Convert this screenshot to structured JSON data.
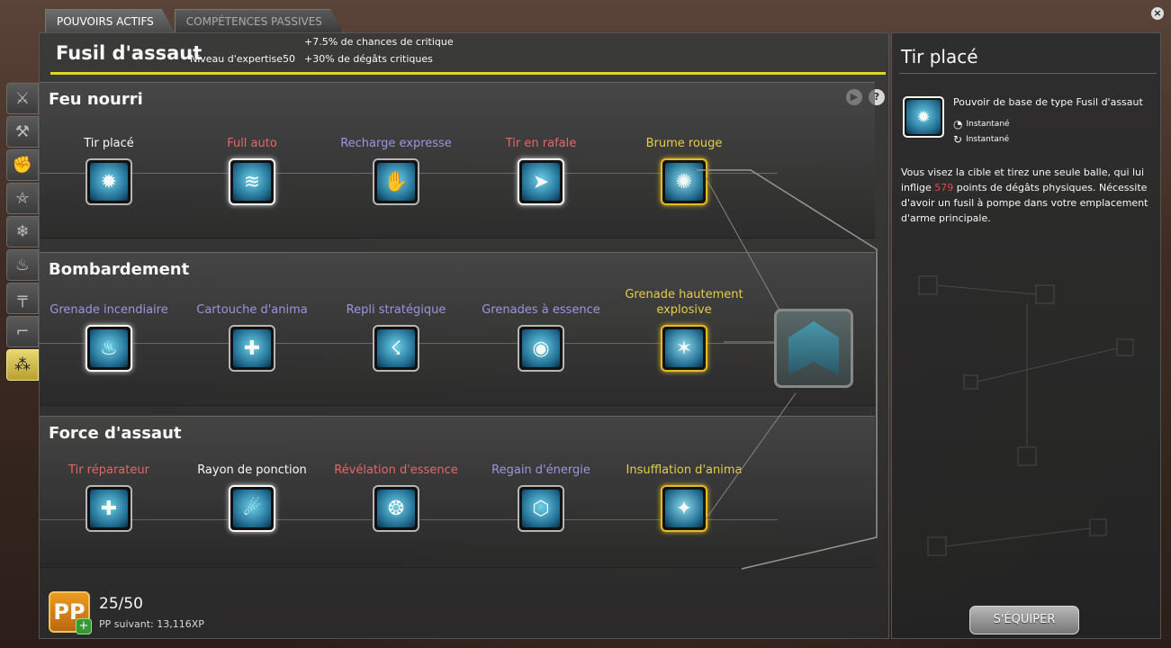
{
  "tabs": [
    {
      "label": "POUVOIRS ACTIFS"
    },
    {
      "label": "COMPÉTENCES PASSIVES"
    }
  ],
  "close_label": "×",
  "weapon": {
    "name": "Fusil d'assaut",
    "expertise_label": "Niveau d'expertise",
    "expertise_value": "50",
    "bonus_crit_chance": "+7.5% de chances de critique",
    "bonus_crit_damage": "+30% de dégâts critiques"
  },
  "controls": {
    "play": "▶",
    "help": "?"
  },
  "sections": [
    {
      "title": "Feu nourri",
      "abilities": [
        {
          "label": "Tir placé",
          "color": "#ffffff",
          "icon": "✹"
        },
        {
          "label": "Full auto",
          "color": "#e86a6a",
          "icon": "≋"
        },
        {
          "label": "Recharge expresse",
          "color": "#9a9ae8",
          "icon": "✋"
        },
        {
          "label": "Tir en rafale",
          "color": "#e86a6a",
          "icon": "➤"
        },
        {
          "label": "Brume rouge",
          "color": "#e8d24a",
          "icon": "✺"
        }
      ]
    },
    {
      "title": "Bombardement",
      "abilities": [
        {
          "label": "Grenade incendiaire",
          "color": "#9a9ae8",
          "icon": "♨"
        },
        {
          "label": "Cartouche d'anima",
          "color": "#9a9ae8",
          "icon": "✚"
        },
        {
          "label": "Repli stratégique",
          "color": "#9a9ae8",
          "icon": "☇"
        },
        {
          "label": "Grenades à essence",
          "color": "#9a9ae8",
          "icon": "◉"
        },
        {
          "label": "Grenade hautement explosive",
          "color": "#e8d24a",
          "icon": "✶"
        }
      ]
    },
    {
      "title": "Force d'assaut",
      "abilities": [
        {
          "label": "Tir réparateur",
          "color": "#e86a6a",
          "icon": "✚"
        },
        {
          "label": "Rayon de ponction",
          "color": "#ffffff",
          "icon": "☄"
        },
        {
          "label": "Révélation d'essence",
          "color": "#e86a6a",
          "icon": "❂"
        },
        {
          "label": "Regain d'énergie",
          "color": "#9a9ae8",
          "icon": "⬡"
        },
        {
          "label": "Insufflation d'anima",
          "color": "#e8d24a",
          "icon": "✦"
        }
      ]
    }
  ],
  "footer": {
    "pp_badge": "PP",
    "pp_plus": "+",
    "pp_count": "25/50",
    "pp_next": "PP suivant: 13,116XP"
  },
  "detail": {
    "title": "Tir placé",
    "icon": "✹",
    "type": "Pouvoir de base de type Fusil d'assaut",
    "cast_time": "Instantané",
    "cooldown": "Instantané",
    "desc_part1": "Vous visez la cible et tirez une seule balle, qui lui inflige ",
    "damage": "579",
    "desc_part2": " points de dégâts physiques. Nécessite d'avoir un fusil à pompe dans votre emplacement d'arme principale.",
    "equip_label": "S'ÉQUIPER"
  },
  "rail_icons": [
    "⚔",
    "⚒",
    "✊",
    "⛤",
    "❄",
    "♨",
    "╤",
    "⌐",
    "⁂"
  ],
  "colors": {
    "accent": "#e4dc24",
    "red": "#e86a6a",
    "blue": "#9a9ae8",
    "gold": "#e8d24a"
  }
}
